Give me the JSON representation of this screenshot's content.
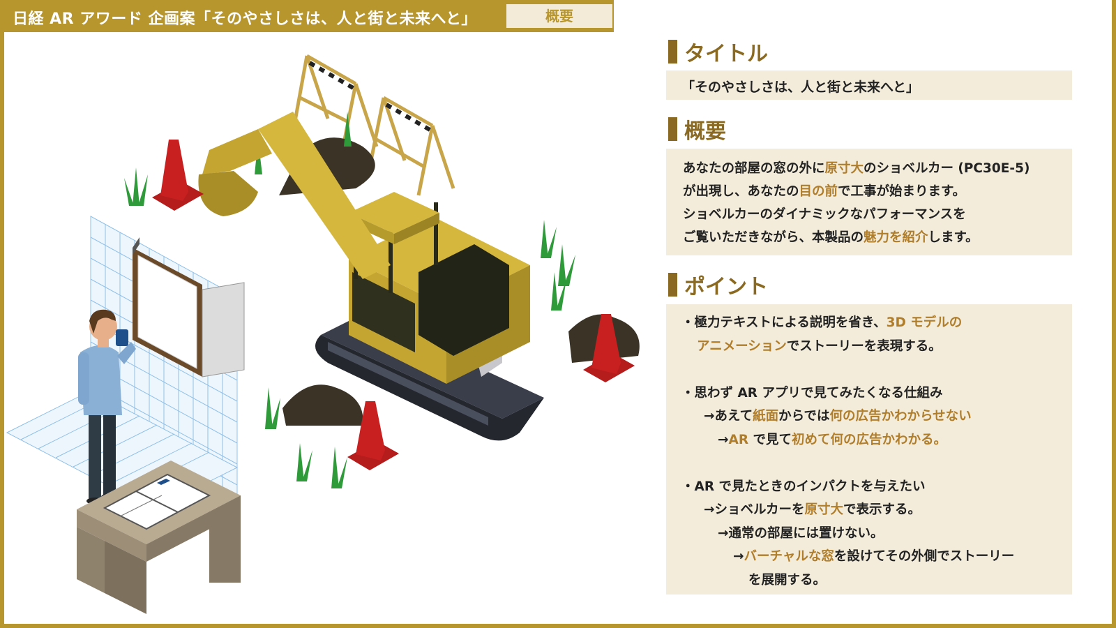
{
  "header": {
    "title": "日経 AR アワード 企画案「そのやさしさは、人と街と未来へと」",
    "tab_label": "概要"
  },
  "colors": {
    "accent_gold": "#b8962e",
    "heading_brown": "#8a6a22",
    "panel_cream": "#f3ecdb",
    "highlight": "#b07d2a"
  },
  "title_section": {
    "heading": "タイトル",
    "text": "「そのやさしさは、人と街と未来へと」"
  },
  "overview": {
    "heading": "概要",
    "l1a": "あなたの部屋の窓の外に",
    "l1b": "原寸大",
    "l1c": "のショベルカー (PC30E-5)",
    "l2a": "が出現し、あなたの",
    "l2b": "目の前",
    "l2c": "で工事が始まります。",
    "l3": "ショベルカーのダイナミックなパフォーマンスを",
    "l4a": "ご覧いただきながら、本製品の",
    "l4b": "魅力を紹介",
    "l4c": "します。"
  },
  "points": {
    "heading": "ポイント",
    "p1a": "・極力テキストによる説明を省き、",
    "p1b": "3D モデルの",
    "p1c": "アニメーション",
    "p1d": "でストーリーを表現する。",
    "p2a": "・思わず AR アプリで見てみたくなる仕組み",
    "p2b_1": "→あえて",
    "p2b_2": "紙面",
    "p2b_3": "からでは",
    "p2b_4": "何の広告かわからせない",
    "p2c_1": "→",
    "p2c_2": "AR",
    "p2c_3": " で見て",
    "p2c_4": "初めて何の広告かわかる。",
    "p3a": "・AR で見たときのインパクトを与えたい",
    "p3b_1": "→ショベルカーを",
    "p3b_2": "原寸大",
    "p3b_3": "で表示する。",
    "p3c": "→通常の部屋には置けない。",
    "p3d_1": "→",
    "p3d_2": "バーチャルな窓",
    "p3d_3": "を設けてその外側でストーリー",
    "p3e": "を展開する。"
  },
  "illustration": {
    "icons": [
      "excavator-icon",
      "traffic-cone-icon",
      "barricade-icon",
      "dirt-pile-icon",
      "grass-icon",
      "person-with-phone-icon",
      "virtual-window-icon",
      "desk-icon",
      "newspaper-icon",
      "ar-grid-icon"
    ]
  }
}
